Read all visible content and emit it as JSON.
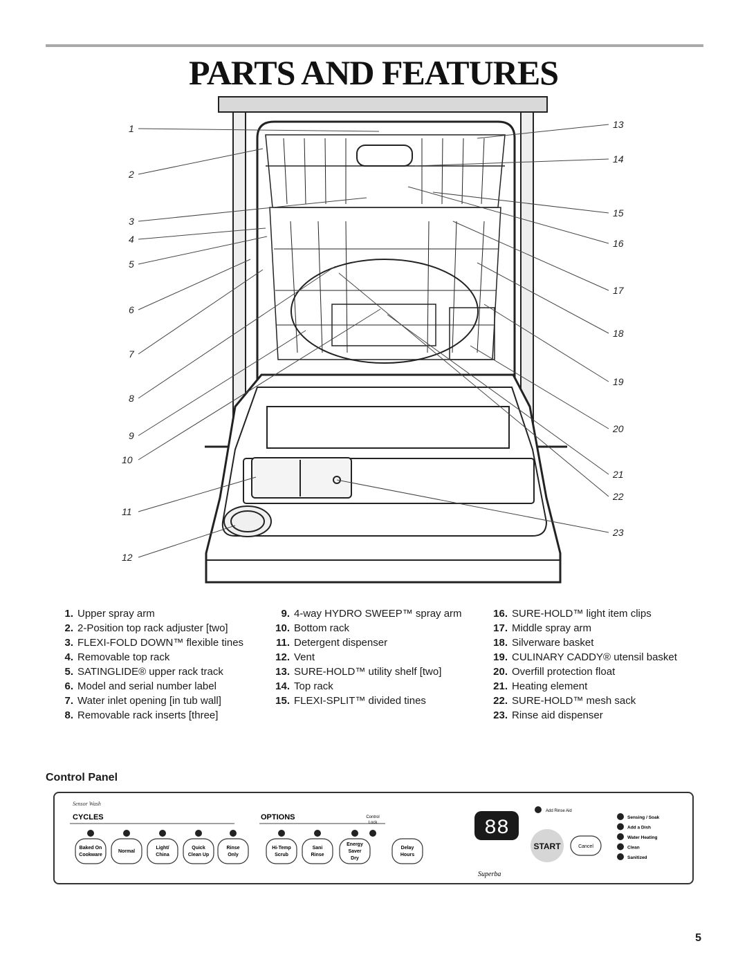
{
  "page": {
    "title": "PARTS AND FEATURES",
    "page_number": "5"
  },
  "diagram": {
    "callouts_left": [
      "1",
      "2",
      "3",
      "4",
      "5",
      "6",
      "7",
      "8",
      "9",
      "10",
      "11",
      "12"
    ],
    "callouts_right": [
      "13",
      "14",
      "15",
      "16",
      "17",
      "18",
      "19",
      "20",
      "21",
      "22",
      "23"
    ]
  },
  "parts": {
    "col1": [
      {
        "num": "1.",
        "text": "Upper spray arm"
      },
      {
        "num": "2.",
        "text": "2-Position top rack adjuster [two]"
      },
      {
        "num": "3.",
        "text": "FLEXI-FOLD DOWN™ flexible tines"
      },
      {
        "num": "4.",
        "text": "Removable top rack"
      },
      {
        "num": "5.",
        "text": "SATINGLIDE® upper rack track"
      },
      {
        "num": "6.",
        "text": "Model and serial number label"
      },
      {
        "num": "7.",
        "text": "Water inlet opening [in tub wall]"
      },
      {
        "num": "8.",
        "text": "Removable rack inserts [three]"
      }
    ],
    "col2": [
      {
        "num": "9.",
        "text": "4-way HYDRO SWEEP™ spray arm"
      },
      {
        "num": "10.",
        "text": "Bottom rack"
      },
      {
        "num": "11.",
        "text": "Detergent dispenser"
      },
      {
        "num": "12.",
        "text": "Vent"
      },
      {
        "num": "13.",
        "text": "SURE-HOLD™ utility shelf [two]"
      },
      {
        "num": "14.",
        "text": "Top rack"
      },
      {
        "num": "15.",
        "text": "FLEXI-SPLIT™ divided tines"
      }
    ],
    "col3": [
      {
        "num": "16.",
        "text": "SURE-HOLD™ light item clips"
      },
      {
        "num": "17.",
        "text": "Middle spray arm"
      },
      {
        "num": "18.",
        "text": "Silverware basket"
      },
      {
        "num": "19.",
        "text": "CULINARY CADDY® utensil basket"
      },
      {
        "num": "20.",
        "text": "Overfill protection float"
      },
      {
        "num": "21.",
        "text": "Heating element"
      },
      {
        "num": "22.",
        "text": "SURE-HOLD™ mesh sack"
      },
      {
        "num": "23.",
        "text": "Rinse aid dispenser"
      }
    ]
  },
  "control_panel": {
    "heading": "Control Panel",
    "sensor_wash": "Sensor Wash",
    "cycles_label": "CYCLES",
    "options_label": "OPTIONS",
    "control_lock": [
      "Control",
      "Lock"
    ],
    "cycles": [
      [
        "Baked On",
        "Cookware"
      ],
      [
        "Normal"
      ],
      [
        "Light/",
        "China"
      ],
      [
        "Quick",
        "Clean Up"
      ],
      [
        "Rinse",
        "Only"
      ]
    ],
    "options": [
      [
        "Hi-Temp",
        "Scrub"
      ],
      [
        "Sani",
        "Rinse"
      ],
      [
        "Energy",
        "Saver",
        "Dry"
      ]
    ],
    "delay": [
      "Delay",
      "Hours"
    ],
    "display": "88",
    "add_rinse_aid": "Add Rinse Aid",
    "start": "START",
    "cancel": "Cancel",
    "status": [
      "Sensing / Soak",
      "Add a Dish",
      "Water Heating",
      "Clean",
      "Sanitized"
    ],
    "brand": "Superba"
  }
}
